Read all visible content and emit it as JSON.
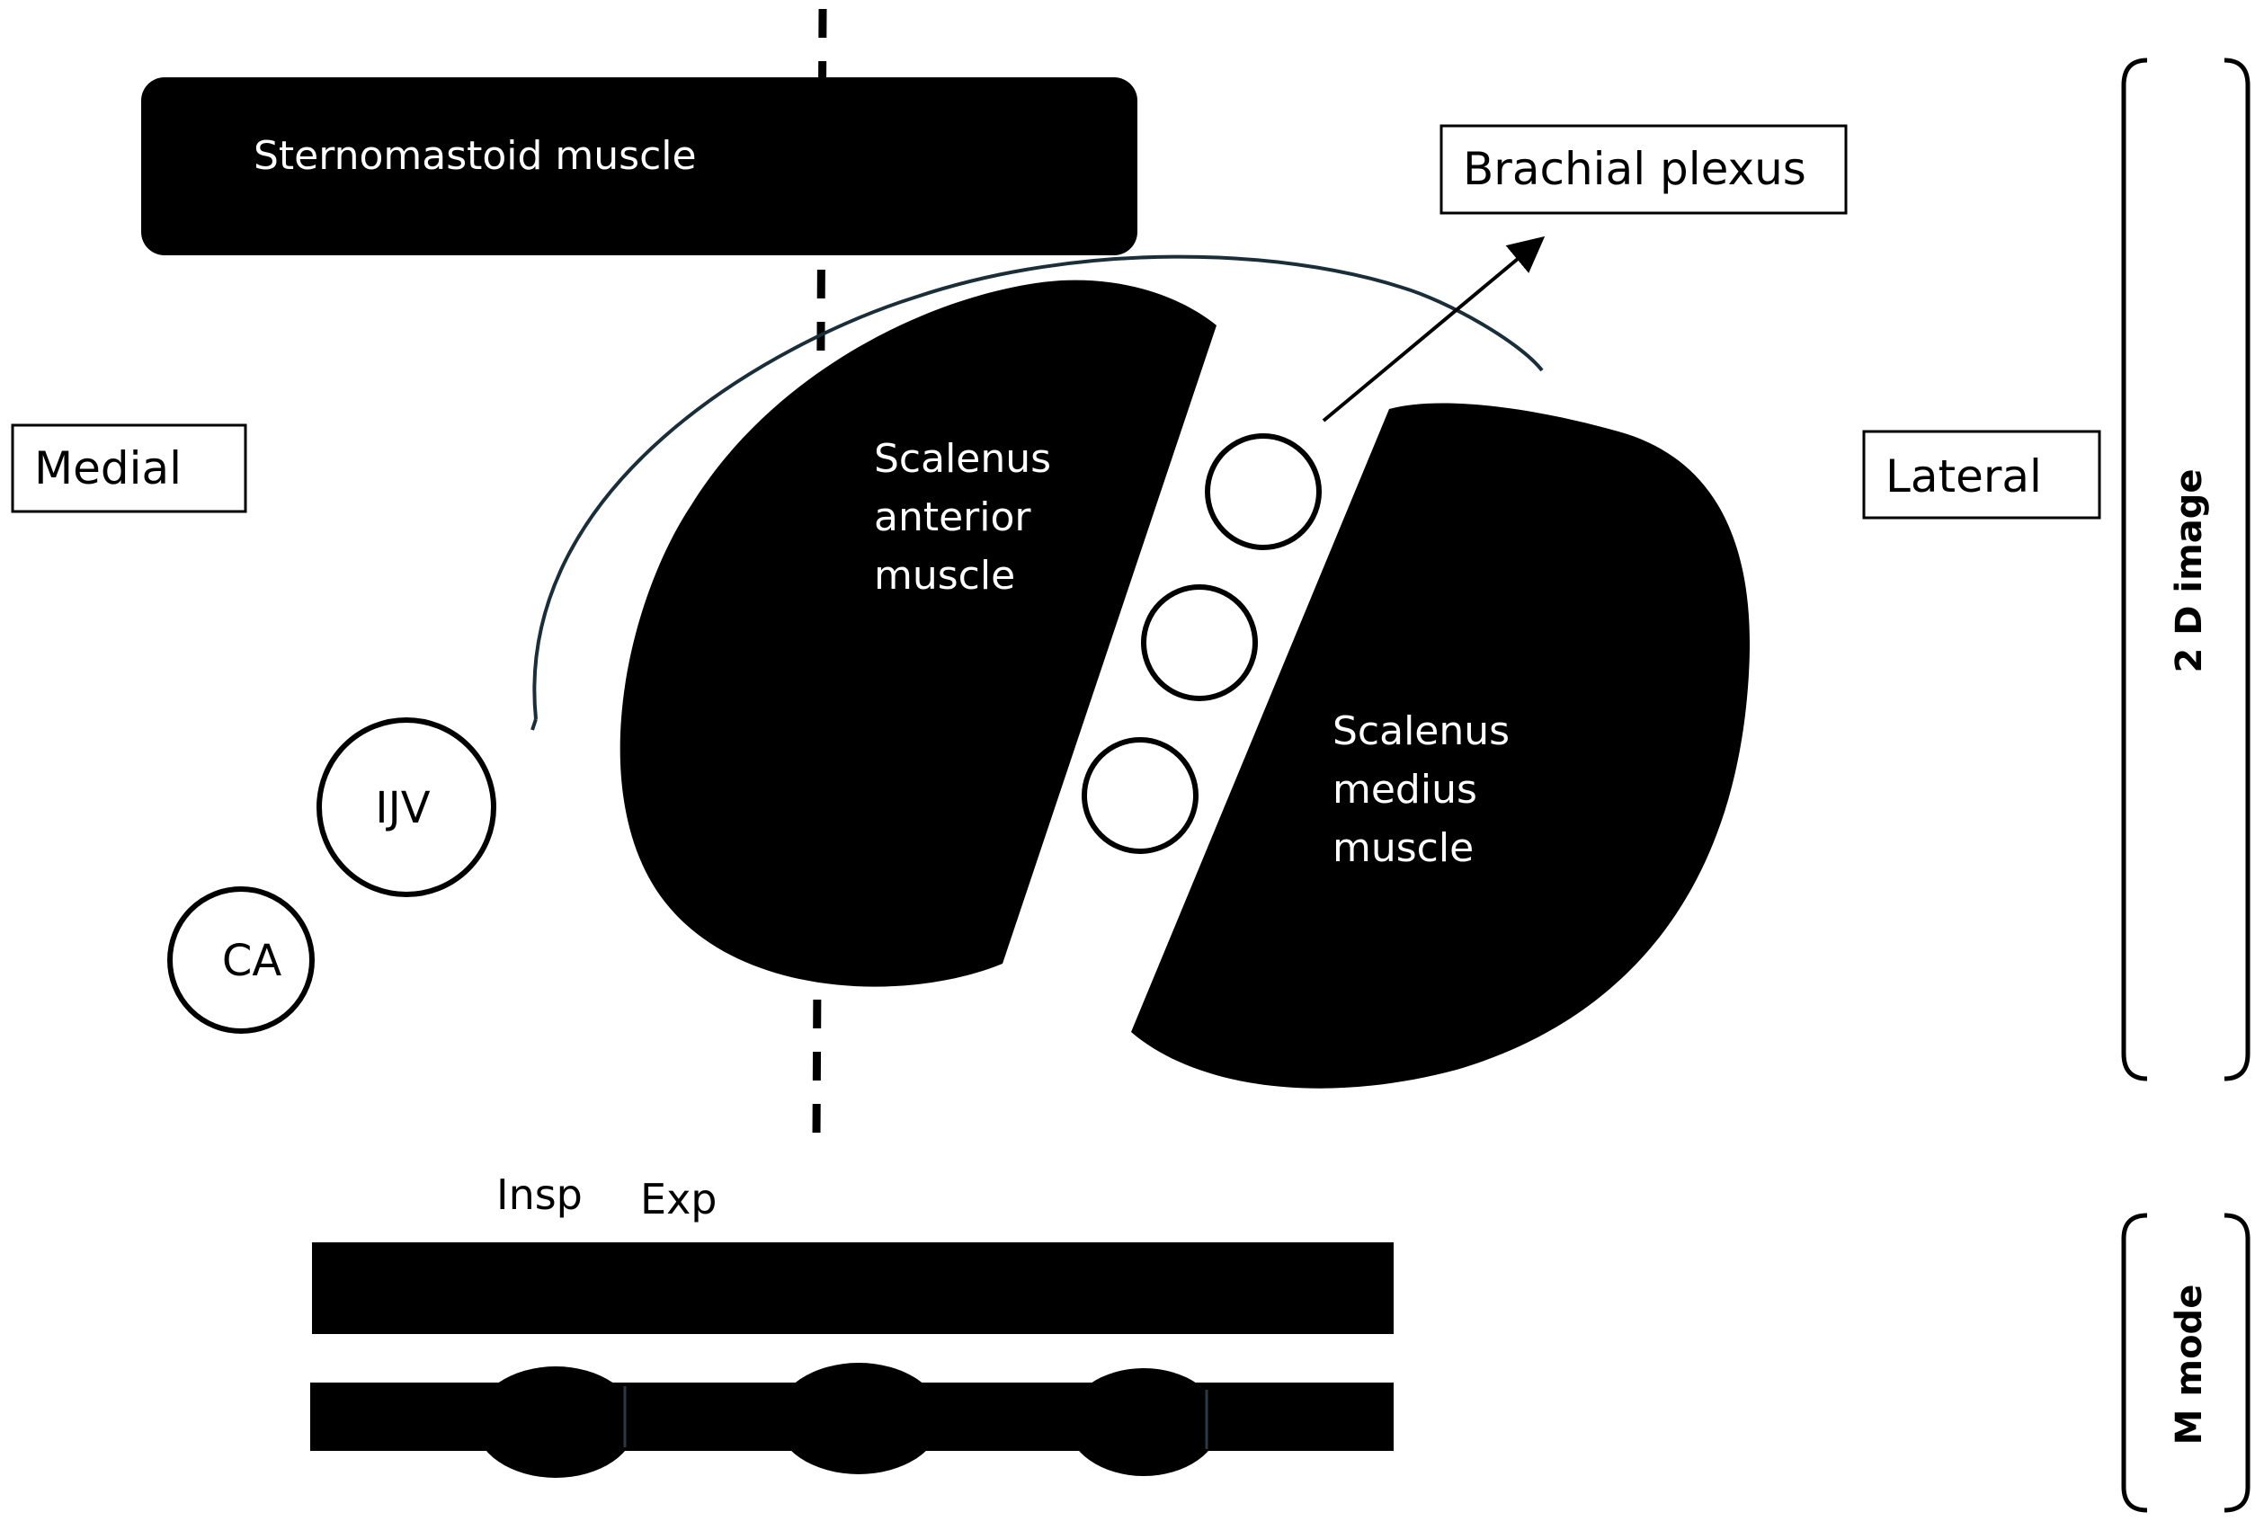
{
  "labels": {
    "sternomastoid": "Sternomastoid muscle",
    "brachial_plexus": "Brachial plexus",
    "medial": "Medial",
    "lateral": "Lateral",
    "scalenus_anterior": [
      "Scalenus",
      "anterior",
      "muscle"
    ],
    "scalenus_medius": [
      "Scalenus",
      "medius",
      "muscle"
    ],
    "ijv": "IJV",
    "ca": "CA",
    "insp": "Insp",
    "exp": "Exp",
    "two_d_image": "2 D image",
    "m_mode": "M mode"
  },
  "colors": {
    "fill": "#000000",
    "curve": "#1a2e3a",
    "text_on_dark": "#ffffff"
  }
}
